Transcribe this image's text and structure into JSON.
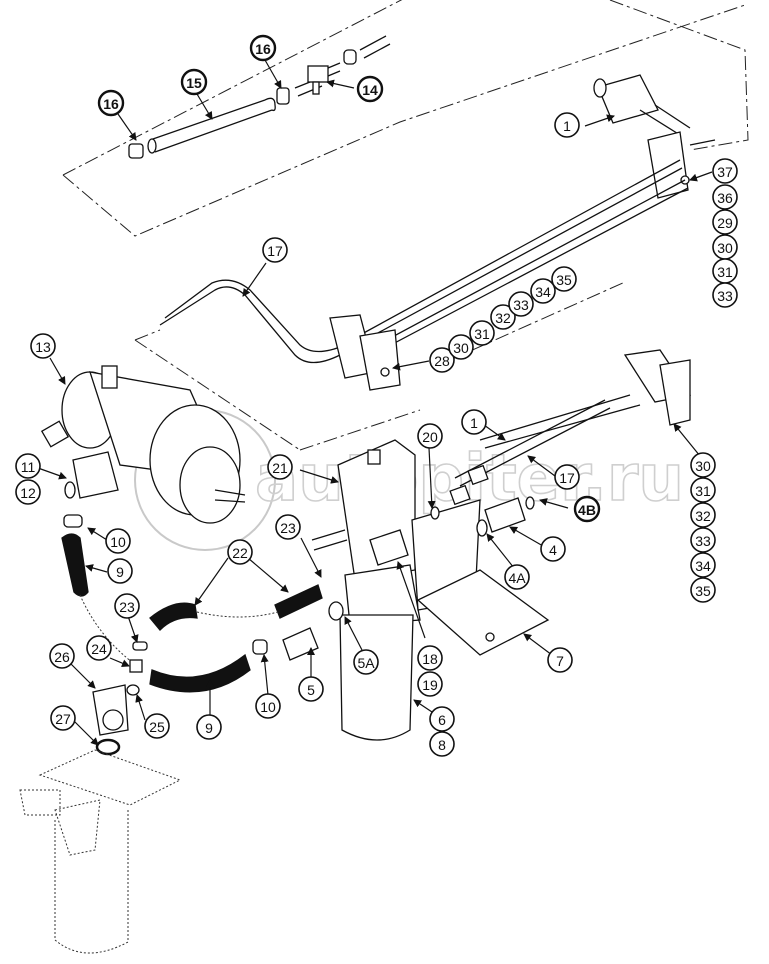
{
  "diagram": {
    "title": "Hydraulic pump, filter and tube assembly — exploded parts view",
    "watermark": "autopiter.ru",
    "watermark_logo_letter": "a",
    "callouts": [
      {
        "id": "c16a",
        "label": "16",
        "style": "bold"
      },
      {
        "id": "c15",
        "label": "15",
        "style": "bold"
      },
      {
        "id": "c16b",
        "label": "16",
        "style": "bold"
      },
      {
        "id": "c14",
        "label": "14",
        "style": "bold"
      },
      {
        "id": "c1top",
        "label": "1",
        "style": "normal"
      },
      {
        "id": "c37",
        "label": "37",
        "style": "normal"
      },
      {
        "id": "c36",
        "label": "36",
        "style": "normal"
      },
      {
        "id": "c29",
        "label": "29",
        "style": "normal"
      },
      {
        "id": "c30r",
        "label": "30",
        "style": "normal"
      },
      {
        "id": "c31r",
        "label": "31",
        "style": "normal"
      },
      {
        "id": "c33r",
        "label": "33",
        "style": "normal"
      },
      {
        "id": "c17top",
        "label": "17",
        "style": "normal"
      },
      {
        "id": "c28",
        "label": "28",
        "style": "normal"
      },
      {
        "id": "c30m",
        "label": "30",
        "style": "normal"
      },
      {
        "id": "c31m",
        "label": "31",
        "style": "normal"
      },
      {
        "id": "c32m",
        "label": "32",
        "style": "normal"
      },
      {
        "id": "c33m",
        "label": "33",
        "style": "normal"
      },
      {
        "id": "c34m",
        "label": "34",
        "style": "normal"
      },
      {
        "id": "c35m",
        "label": "35",
        "style": "normal"
      },
      {
        "id": "c13",
        "label": "13",
        "style": "normal"
      },
      {
        "id": "c11",
        "label": "11",
        "style": "normal"
      },
      {
        "id": "c12",
        "label": "12",
        "style": "normal"
      },
      {
        "id": "c10a",
        "label": "10",
        "style": "normal"
      },
      {
        "id": "c9a",
        "label": "9",
        "style": "normal"
      },
      {
        "id": "c21",
        "label": "21",
        "style": "normal"
      },
      {
        "id": "c20",
        "label": "20",
        "style": "normal"
      },
      {
        "id": "c1mid",
        "label": "1",
        "style": "normal"
      },
      {
        "id": "c17mid",
        "label": "17",
        "style": "normal"
      },
      {
        "id": "c4B",
        "label": "4B",
        "style": "bold"
      },
      {
        "id": "c4",
        "label": "4",
        "style": "normal"
      },
      {
        "id": "c4A",
        "label": "4A",
        "style": "normal"
      },
      {
        "id": "c30b",
        "label": "30",
        "style": "normal"
      },
      {
        "id": "c31b",
        "label": "31",
        "style": "normal"
      },
      {
        "id": "c32b",
        "label": "32",
        "style": "normal"
      },
      {
        "id": "c33b",
        "label": "33",
        "style": "normal"
      },
      {
        "id": "c34b",
        "label": "34",
        "style": "normal"
      },
      {
        "id": "c35b",
        "label": "35",
        "style": "normal"
      },
      {
        "id": "c23a",
        "label": "23",
        "style": "normal"
      },
      {
        "id": "c22",
        "label": "22",
        "style": "normal"
      },
      {
        "id": "c23b",
        "label": "23",
        "style": "normal"
      },
      {
        "id": "c24",
        "label": "24",
        "style": "normal"
      },
      {
        "id": "c26",
        "label": "26",
        "style": "normal"
      },
      {
        "id": "c25",
        "label": "25",
        "style": "normal"
      },
      {
        "id": "c27",
        "label": "27",
        "style": "normal"
      },
      {
        "id": "c9b",
        "label": "9",
        "style": "normal"
      },
      {
        "id": "c10b",
        "label": "10",
        "style": "normal"
      },
      {
        "id": "c5",
        "label": "5",
        "style": "normal"
      },
      {
        "id": "c5A",
        "label": "5A",
        "style": "normal"
      },
      {
        "id": "c18",
        "label": "18",
        "style": "normal"
      },
      {
        "id": "c19",
        "label": "19",
        "style": "normal"
      },
      {
        "id": "c7",
        "label": "7",
        "style": "normal"
      },
      {
        "id": "c6",
        "label": "6",
        "style": "normal"
      },
      {
        "id": "c8",
        "label": "8",
        "style": "normal"
      }
    ]
  }
}
